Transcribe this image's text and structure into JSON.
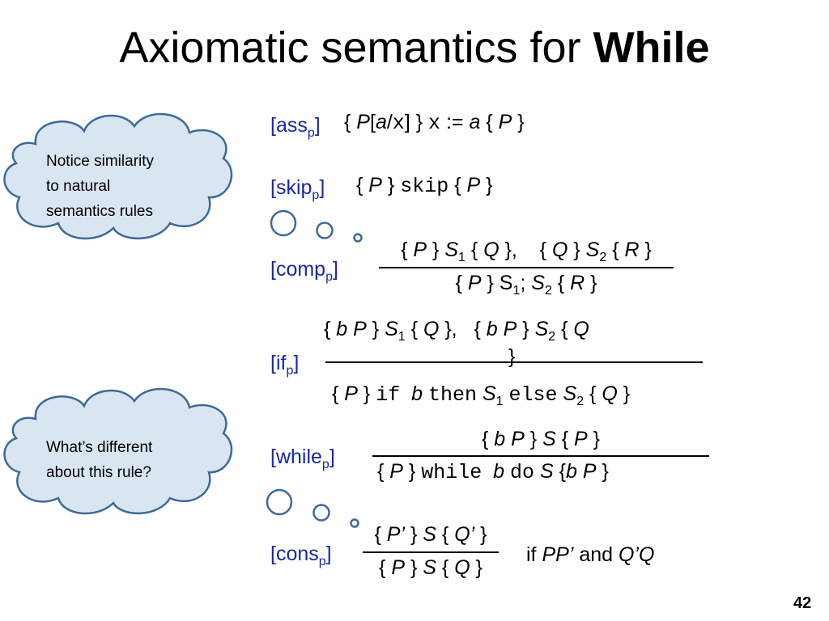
{
  "title": {
    "text": "Axiomatic semantics for",
    "bold": "While"
  },
  "clouds": {
    "c1": {
      "line1": "Notice similarity",
      "line2": "to natural",
      "line3": "semantics rules"
    },
    "c2": {
      "line1": "What’s different",
      "line2": "about this rule?"
    }
  },
  "rules": {
    "ass": {
      "name": "[ass",
      "sub": "p",
      "close": "]"
    },
    "skip": {
      "name": "[skip",
      "sub": "p",
      "close": "]"
    },
    "comp": {
      "name": "[comp",
      "sub": "p",
      "close": "]"
    },
    "if": {
      "name": "[if",
      "sub": "p",
      "close": "]"
    },
    "while": {
      "name": "[while",
      "sub": "p",
      "close": "]"
    },
    "cons": {
      "name": "[cons",
      "sub": "p",
      "close": "]"
    }
  },
  "kw": {
    "x": "x",
    "skip": "skip",
    "if": "if",
    "then": "then",
    "else": "else",
    "while": "while",
    "do": "do"
  },
  "glyph": "",
  "cons_side": "if",
  "cons_and": "and",
  "page_number": "42",
  "colors": {
    "rule_name": "#1a28a8",
    "cloud_fill": "#dae5f2",
    "cloud_stroke": "#3e6a98"
  }
}
